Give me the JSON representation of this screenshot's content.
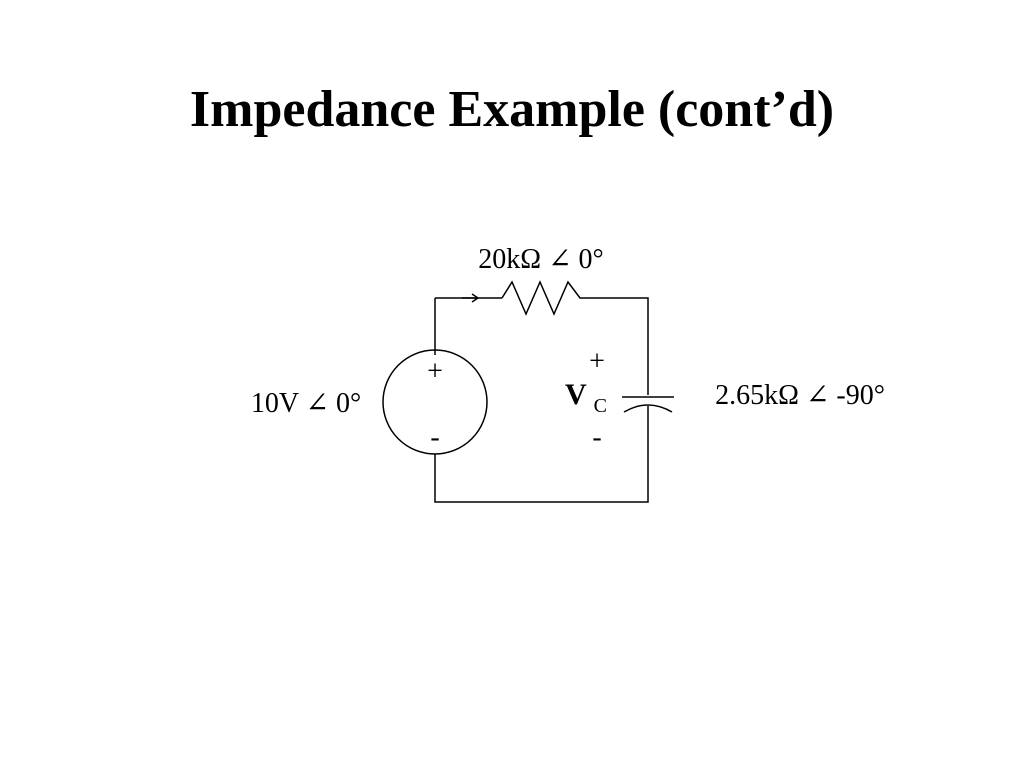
{
  "slide": {
    "title": "Impedance Example (cont’d)"
  },
  "circuit": {
    "resistor_label": "20kΩ ∠ 0°",
    "source_label": "10V ∠ 0°",
    "capacitor_label": "2.65kΩ ∠ -90°",
    "source_plus": "+",
    "source_minus": "-",
    "vc_plus": "+",
    "vc_minus": "-",
    "vc_main": "V",
    "vc_sub": "C"
  }
}
